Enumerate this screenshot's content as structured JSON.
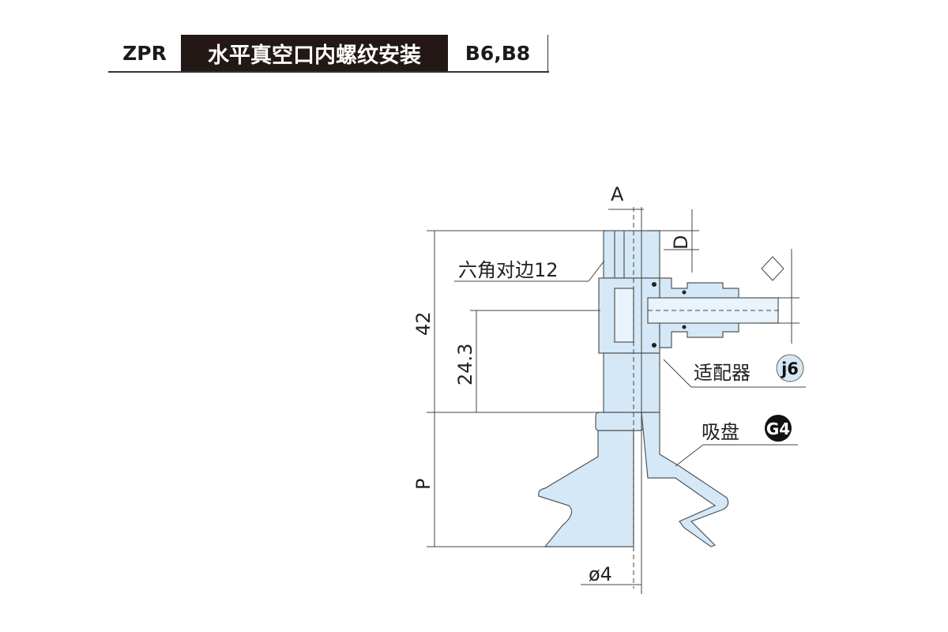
{
  "header": {
    "series": "ZPR",
    "title": "水平真空口内螺纹安装",
    "models": "B6,B8"
  },
  "drawing": {
    "dim_a": "A",
    "dim_d": "D",
    "dim_height": "42",
    "dim_port_height": "24.3",
    "dim_p": "P",
    "dim_bore": "ø4",
    "hex_label": "六角对边12",
    "adapter_label": "适配器",
    "adapter_code": "j6",
    "pad_label": "吸盘",
    "pad_code": "G4",
    "colors": {
      "part_fill": "#d4e8f7",
      "outline": "#444444",
      "badge_dark": "#111111"
    }
  }
}
